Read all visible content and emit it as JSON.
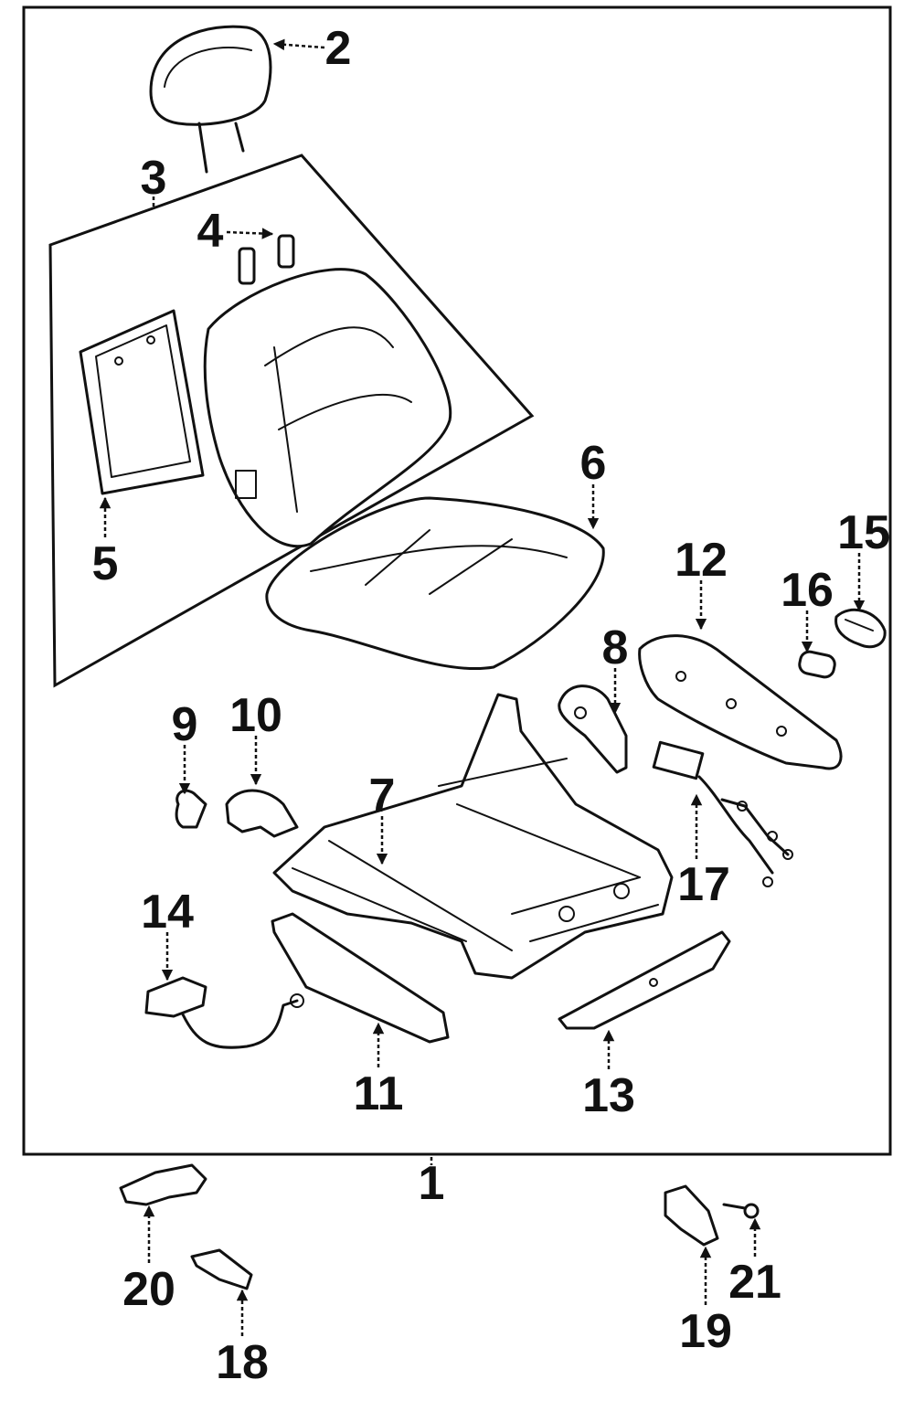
{
  "parts": [
    {
      "id": "1",
      "label": "1"
    },
    {
      "id": "2",
      "label": "2"
    },
    {
      "id": "3",
      "label": "3"
    },
    {
      "id": "4",
      "label": "4"
    },
    {
      "id": "5",
      "label": "5"
    },
    {
      "id": "6",
      "label": "6"
    },
    {
      "id": "7",
      "label": "7"
    },
    {
      "id": "8",
      "label": "8"
    },
    {
      "id": "9",
      "label": "9"
    },
    {
      "id": "10",
      "label": "10"
    },
    {
      "id": "11",
      "label": "11"
    },
    {
      "id": "12",
      "label": "12"
    },
    {
      "id": "13",
      "label": "13"
    },
    {
      "id": "14",
      "label": "14"
    },
    {
      "id": "15",
      "label": "15"
    },
    {
      "id": "16",
      "label": "16"
    },
    {
      "id": "17",
      "label": "17"
    },
    {
      "id": "18",
      "label": "18"
    },
    {
      "id": "19",
      "label": "19"
    },
    {
      "id": "20",
      "label": "20"
    },
    {
      "id": "21",
      "label": "21"
    }
  ]
}
